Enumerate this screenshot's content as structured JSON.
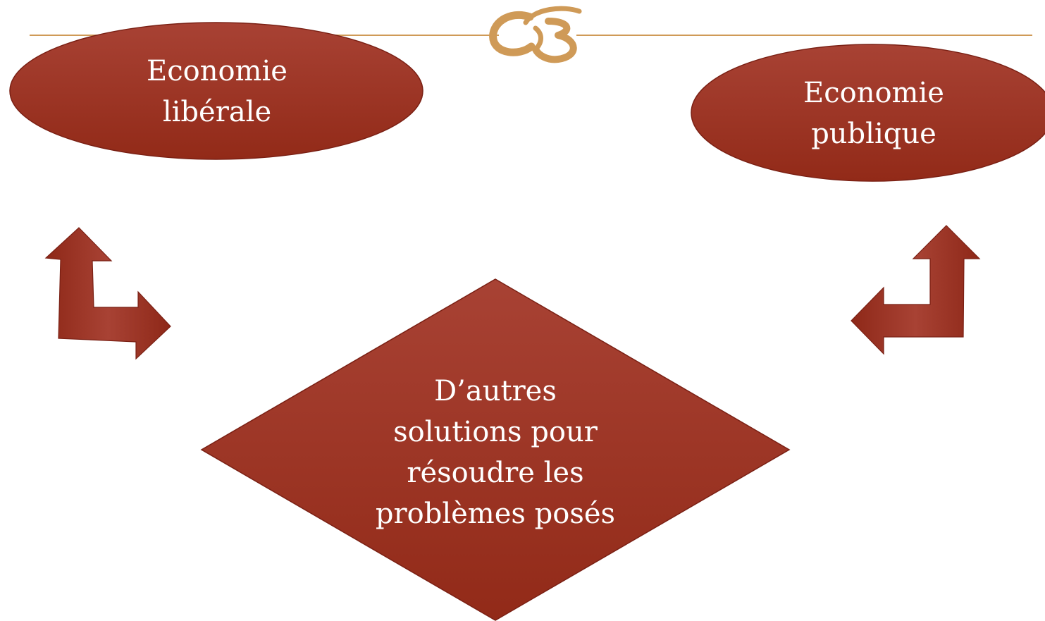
{
  "colors": {
    "shape_fill_top": "#a84234",
    "shape_fill_bottom": "#922a18",
    "shape_outline": "#7a2014",
    "ornament_gold": "#cf9a57",
    "text": "#ffffff"
  },
  "ornament": {
    "icon": "cb-monogram-icon"
  },
  "nodes": {
    "economie_liberale": "Economie\nlibérale",
    "economie_publique": "Economie\npublique",
    "autres_solutions": "D’autres\nsolutions pour\nrésoudre les\nproblèmes posés"
  },
  "connectors": [
    {
      "name": "bent-arrow-left-icon",
      "from": "autres_solutions",
      "to": "economie_liberale"
    },
    {
      "name": "bent-arrow-right-icon",
      "from": "autres_solutions",
      "to": "economie_publique"
    }
  ]
}
